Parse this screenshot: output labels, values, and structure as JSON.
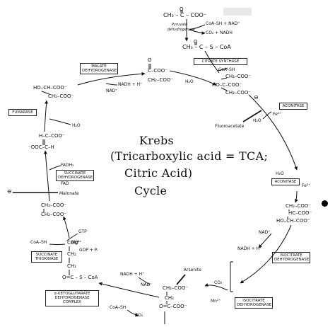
{
  "center": {
    "line1": "Krebs",
    "line2": "(Tricarboxylic acid = TCA;",
    "line3": "Citric Acid)",
    "line4": "Cycle"
  },
  "pyruvate": {
    "formula_top": "CH₃ – C – COO⁻",
    "carbonyl_o": "O",
    "enzyme_line1": "Pyruvate",
    "enzyme_line2": "dehydrogenase",
    "inputs": "CoA–SH + NAD⁺",
    "outputs": "CO₂ + NADH",
    "acetylcoa": "CH₃ – C – S – CoA",
    "acetyl_o": "O"
  },
  "citrate_synthase": {
    "label": "CITRATE SYNTHASE",
    "coash": "CoA–SH",
    "h2o": "H₂O"
  },
  "citrate": {
    "l1": "CH₂–COO⁻",
    "l2": "HO–C–COO⁻",
    "l3": "CH₂–COO⁻"
  },
  "aconitase_top": {
    "label": "ACONITASE",
    "h2o": "H₂O",
    "fe": "Fe²⁺",
    "inhibitor": "Fluoroacetate"
  },
  "aconitase_right": {
    "label": "ACONITASE",
    "h2o": "H₂O",
    "fe": "Fe²⁺"
  },
  "isocitrate": {
    "l1": "CH₂–COO⁻",
    "l2": "HC–COO⁻",
    "l3": "HO–CH–COO⁻"
  },
  "isocitrate_dh_top": {
    "label1": "ISOCITRATE",
    "label2": "DEHYDROGENASE",
    "nad": "NAD⁺",
    "nadh": "NADH + H⁺"
  },
  "isocitrate_dh_bottom": {
    "label1": "ISOCITRATE",
    "label2": "DEHYDROGENASE",
    "co2": "CO₂",
    "mn": "Mn²⁺"
  },
  "alpha_kg": {
    "l1": "CH₂–COO⁻",
    "l2": "CH₂",
    "l3": "O=C–COO⁻",
    "arsenite": "Arsenite",
    "nadh": "NADH + H⁺",
    "nad": "NAD⁺",
    "coash": "CoA–SH",
    "co2": "CO₂",
    "enzyme1": "α-KETOGLUTARATE",
    "enzyme2": "DEHYDROGENASE COMPLEX"
  },
  "succinyl_coa": {
    "l1": "COO⁻",
    "l2": "CH₂",
    "l3": "CH₂",
    "l4": "O=C – S – CoA"
  },
  "succinate_thiokinase": {
    "label1": "SUCCINATE",
    "label2": "THIOKINASE",
    "gtp": "GTP",
    "mg": "Mg²⁺",
    "gdp": "GDP + Pᵢ",
    "coash": "CoA–SH"
  },
  "succinate": {
    "l1": "CH₂–COO⁻",
    "l2": "CH₂–COO⁻"
  },
  "succinate_dh": {
    "label1": "SUCCINATE",
    "label2": "DEHYDROGENASE",
    "fadh2": "FADH₂",
    "fad": "FAD",
    "inhibitor": "Malonate"
  },
  "fumarate": {
    "l1": "H–C–COO⁻",
    "l2": "⁻OOC–C–H"
  },
  "fumarase": {
    "label": "FUMARASE",
    "h2o": "H₂O"
  },
  "malate": {
    "l1": "HO–CH–COO⁻",
    "l2": "CH₂–COO⁻"
  },
  "malate_dh": {
    "label1": "MALATE",
    "label2": "DEHYDROGENASE",
    "nadh": "NADH + H⁺",
    "nad": "NAD⁺"
  },
  "oxaloacetate": {
    "o": "O",
    "l1": "C–COO⁻",
    "l2": "CH₂–COO⁻"
  },
  "inhibit_sign": "⊖"
}
